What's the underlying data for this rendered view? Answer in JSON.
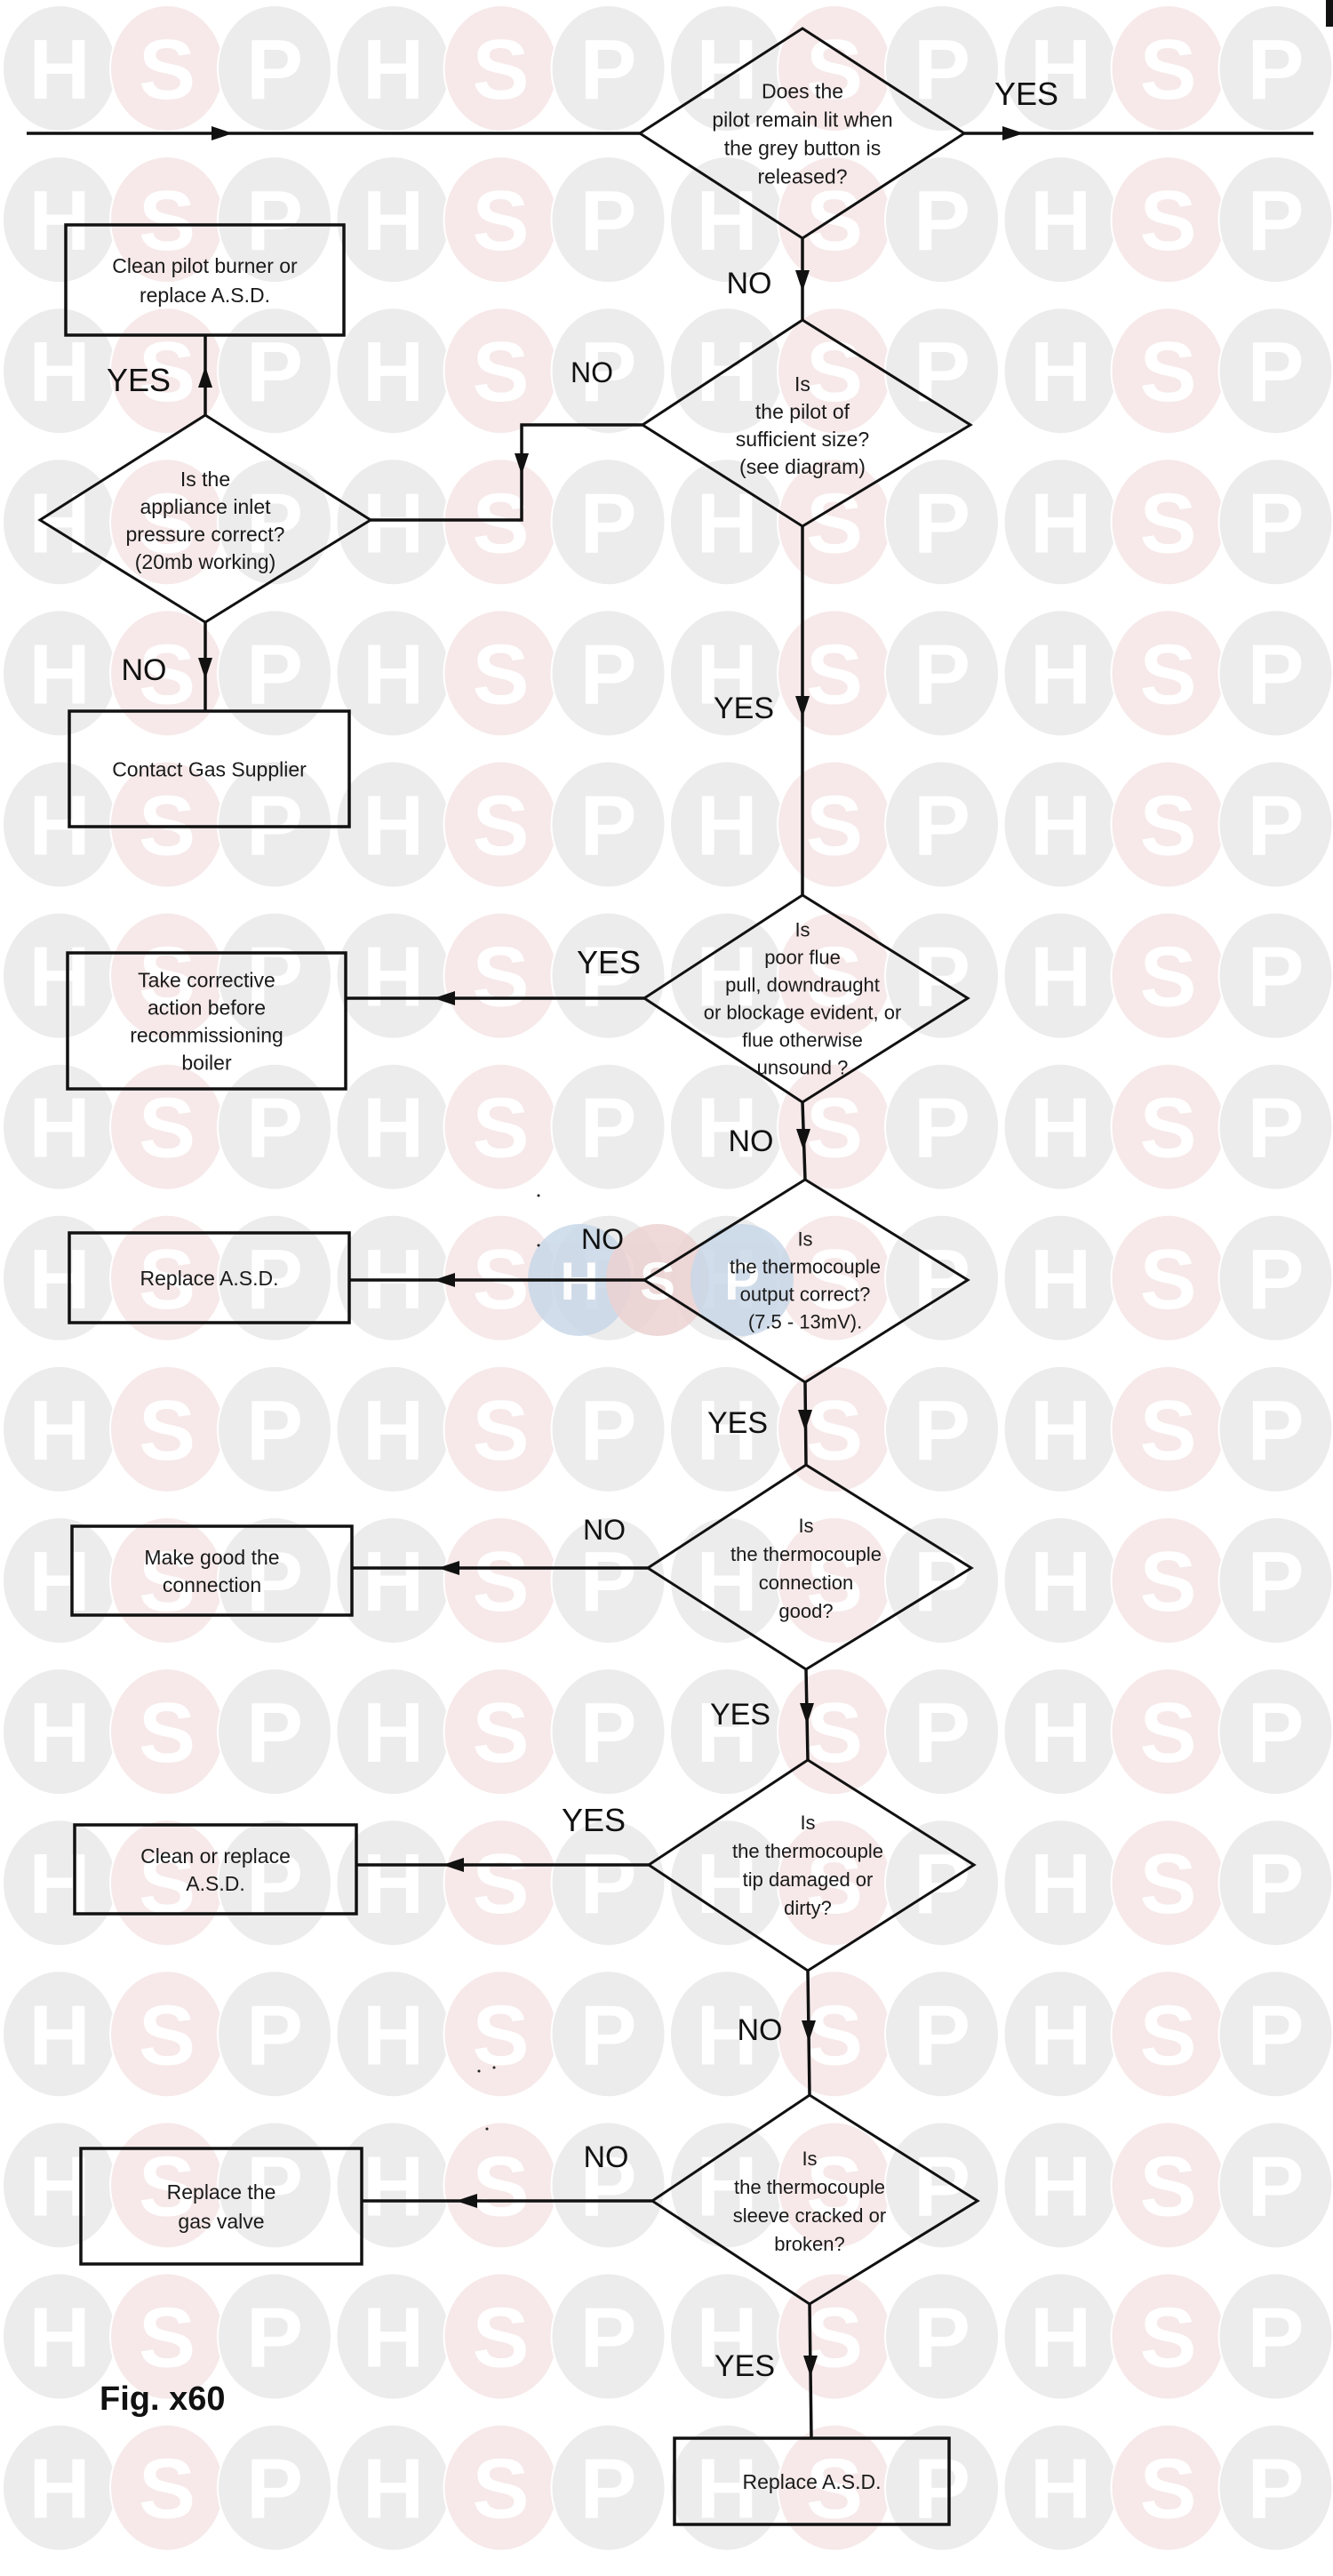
{
  "figure": {
    "label": "Fig. x60"
  },
  "watermark": {
    "letters": [
      "H",
      "S",
      "P"
    ],
    "colors": {
      "H": "#ececec",
      "S": "#f7e9e9",
      "P": "#ececec",
      "letter": "#ffffff"
    },
    "overlay": {
      "letters": [
        "H",
        "S",
        "P"
      ],
      "colors": [
        "#c9d8e8",
        "#ecd2d2",
        "#c9d8e8"
      ]
    }
  },
  "colors": {
    "ink": "#111111",
    "background": "#ffffff"
  },
  "nodes": [
    {
      "id": "q_pilot_remain_lit",
      "type": "decision",
      "lines": [
        "Does the",
        "pilot remain lit when",
        "the grey button is",
        "released?"
      ]
    },
    {
      "id": "q_pilot_size",
      "type": "decision",
      "lines": [
        "Is",
        "the pilot of",
        "sufficient size?",
        "(see diagram)"
      ]
    },
    {
      "id": "a_clean_pilot",
      "type": "action",
      "lines": [
        "Clean pilot burner or",
        "replace A.S.D."
      ]
    },
    {
      "id": "q_inlet_pressure",
      "type": "decision",
      "lines": [
        "Is the",
        "appliance inlet",
        "pressure correct?",
        "(20mb working)"
      ]
    },
    {
      "id": "a_contact_gas",
      "type": "action",
      "lines": [
        "Contact Gas Supplier"
      ]
    },
    {
      "id": "q_flue",
      "type": "decision",
      "lines": [
        "Is",
        "poor flue",
        "pull, downdraught",
        "or blockage evident, or",
        "flue otherwise",
        "unsound ?"
      ]
    },
    {
      "id": "a_corrective",
      "type": "action",
      "lines": [
        "Take corrective",
        "action before",
        "recommissioning",
        "boiler"
      ]
    },
    {
      "id": "q_thermo_output",
      "type": "decision",
      "lines": [
        "Is",
        "the thermocouple",
        "output correct?",
        "(7.5 - 13mV)."
      ]
    },
    {
      "id": "a_replace_asd_1",
      "type": "action",
      "lines": [
        "Replace A.S.D."
      ]
    },
    {
      "id": "q_thermo_connection",
      "type": "decision",
      "lines": [
        "Is",
        "the thermocouple",
        "connection",
        "good?"
      ]
    },
    {
      "id": "a_make_good",
      "type": "action",
      "lines": [
        "Make good the",
        "connection"
      ]
    },
    {
      "id": "q_thermo_tip",
      "type": "decision",
      "lines": [
        "Is",
        "the thermocouple",
        "tip damaged or",
        "dirty?"
      ]
    },
    {
      "id": "a_clean_replace_asd",
      "type": "action",
      "lines": [
        "Clean or replace",
        "A.S.D."
      ]
    },
    {
      "id": "q_thermo_sleeve",
      "type": "decision",
      "lines": [
        "Is",
        "the thermocouple",
        "sleeve cracked or",
        "broken?"
      ]
    },
    {
      "id": "a_replace_gas_valve",
      "type": "action",
      "lines": [
        "Replace the",
        "gas valve"
      ]
    },
    {
      "id": "a_replace_asd_2",
      "type": "action",
      "lines": [
        "Replace A.S.D."
      ]
    }
  ],
  "edges": [
    {
      "id": "e_start",
      "from": "",
      "to": "q_pilot_remain_lit",
      "label": ""
    },
    {
      "id": "e_pilot_lit_yes",
      "from": "q_pilot_remain_lit",
      "to": "",
      "label": "YES"
    },
    {
      "id": "e_pilot_lit_no",
      "from": "q_pilot_remain_lit",
      "to": "q_pilot_size",
      "label": "NO"
    },
    {
      "id": "e_size_no",
      "from": "q_pilot_size",
      "to": "q_inlet_pressure",
      "label": "NO"
    },
    {
      "id": "e_inlet_yes",
      "from": "q_inlet_pressure",
      "to": "a_clean_pilot",
      "label": "YES"
    },
    {
      "id": "e_inlet_no",
      "from": "q_inlet_pressure",
      "to": "a_contact_gas",
      "label": "NO"
    },
    {
      "id": "e_size_yes",
      "from": "q_pilot_size",
      "to": "q_flue",
      "label": "YES"
    },
    {
      "id": "e_flue_yes",
      "from": "q_flue",
      "to": "a_corrective",
      "label": "YES"
    },
    {
      "id": "e_flue_no",
      "from": "q_flue",
      "to": "q_thermo_output",
      "label": "NO"
    },
    {
      "id": "e_output_no",
      "from": "q_thermo_output",
      "to": "a_replace_asd_1",
      "label": "NO"
    },
    {
      "id": "e_output_yes",
      "from": "q_thermo_output",
      "to": "q_thermo_connection",
      "label": "YES"
    },
    {
      "id": "e_connection_no",
      "from": "q_thermo_connection",
      "to": "a_make_good",
      "label": "NO"
    },
    {
      "id": "e_connection_yes",
      "from": "q_thermo_connection",
      "to": "q_thermo_tip",
      "label": "YES"
    },
    {
      "id": "e_tip_yes",
      "from": "q_thermo_tip",
      "to": "a_clean_replace_asd",
      "label": "YES"
    },
    {
      "id": "e_tip_no",
      "from": "q_thermo_tip",
      "to": "q_thermo_sleeve",
      "label": "NO"
    },
    {
      "id": "e_sleeve_no",
      "from": "q_thermo_sleeve",
      "to": "a_replace_gas_valve",
      "label": "NO"
    },
    {
      "id": "e_sleeve_yes",
      "from": "q_thermo_sleeve",
      "to": "a_replace_asd_2",
      "label": "YES"
    }
  ]
}
